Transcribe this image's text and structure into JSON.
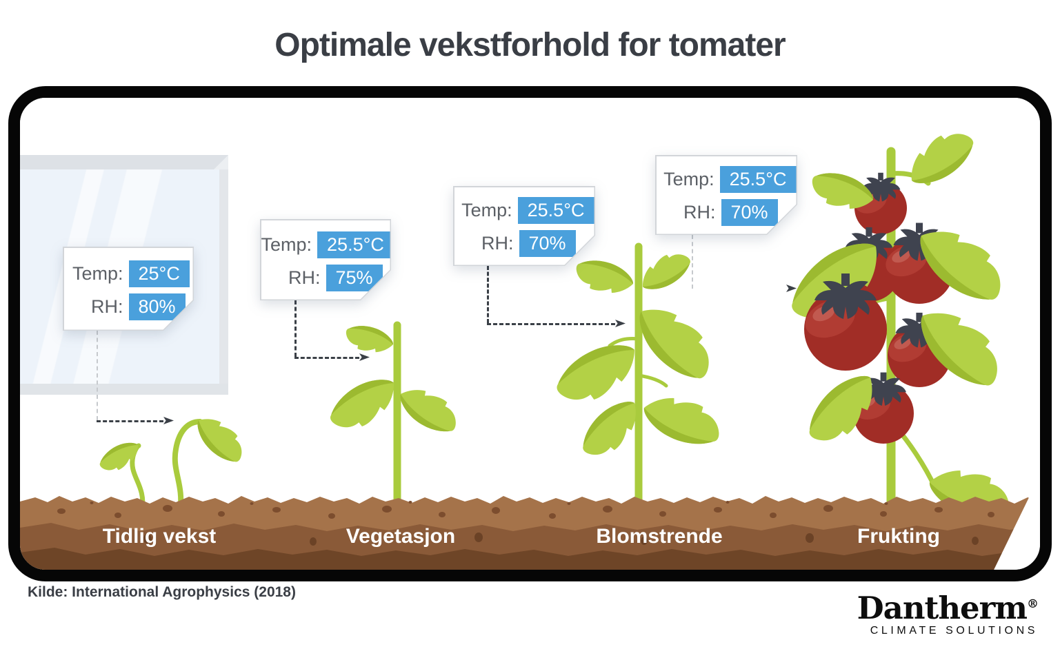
{
  "title": "Optimale vekstforhold for tomater",
  "source": "Kilde: International Agrophysics (2018)",
  "brand": {
    "name": "Dantherm",
    "registered": "®",
    "tagline": "CLIMATE SOLUTIONS"
  },
  "labels": {
    "temp": "Temp:",
    "rh": "RH:"
  },
  "stages": [
    {
      "name": "Tidlig vekst",
      "temp": "25°C",
      "rh": "80%"
    },
    {
      "name": "Vegetasjon",
      "temp": "25.5°C",
      "rh": "75%"
    },
    {
      "name": "Blomstrende",
      "temp": "25.5°C",
      "rh": "70%"
    },
    {
      "name": "Frukting",
      "temp": "25.5°C",
      "rh": "70%"
    }
  ],
  "colors": {
    "accent_blue": "#4aa0dc",
    "leaf_green": "#b3d146",
    "stem_green": "#a9cb3d",
    "tomato_red": "#a12d26",
    "soil_light": "#a5734a",
    "soil_mid": "#8a5a38",
    "soil_dark": "#6e4527",
    "frame_black": "#060606"
  }
}
